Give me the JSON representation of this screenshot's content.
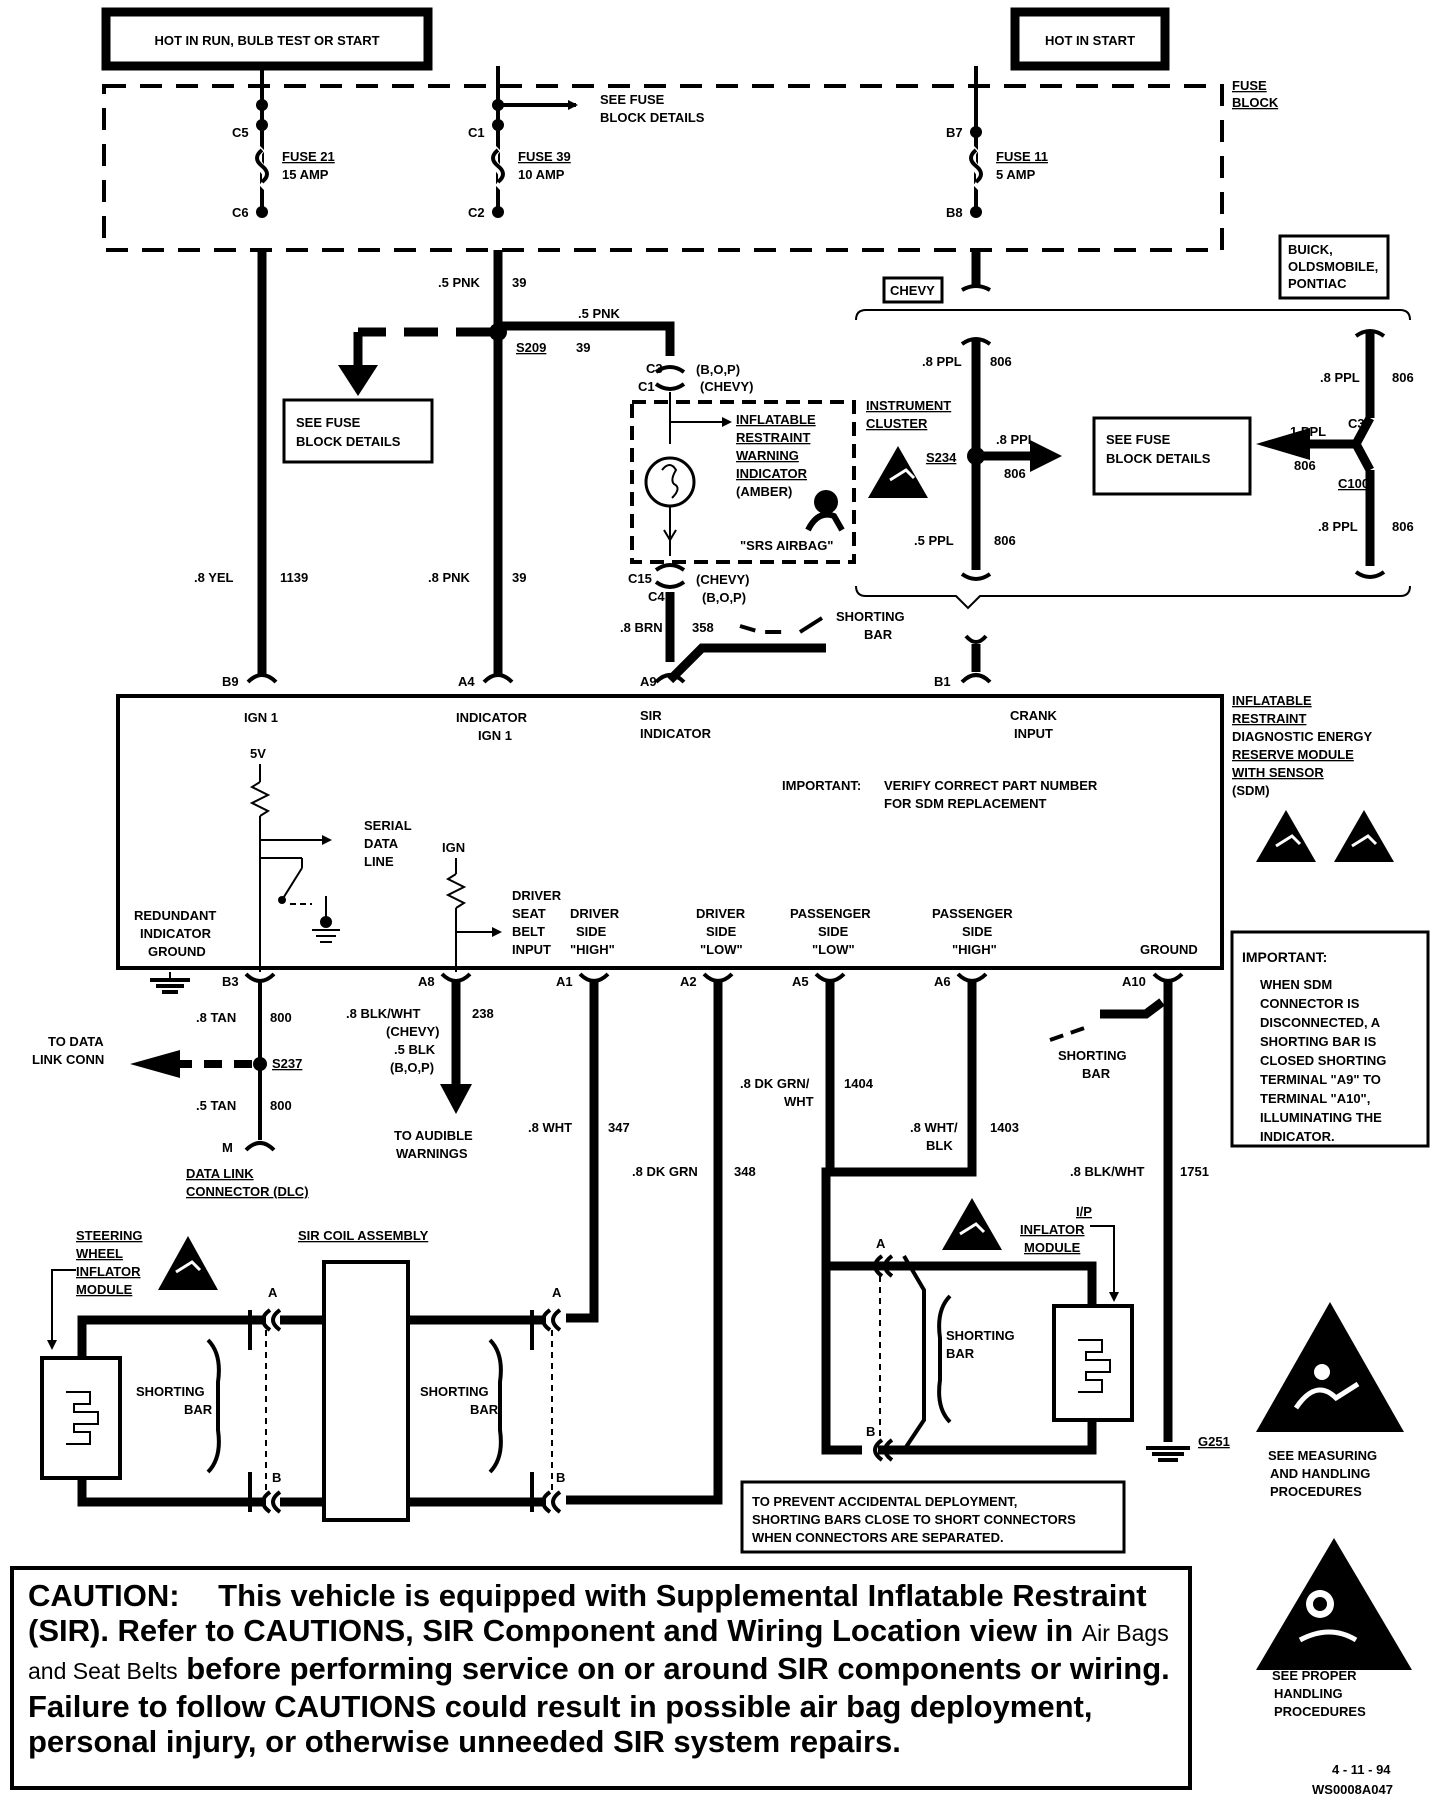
{
  "supplies": {
    "run": "HOT IN RUN, BULB TEST OR START",
    "start": "HOT IN START"
  },
  "fuse_block": {
    "title_line1": "FUSE",
    "title_line2": "BLOCK",
    "see_details_line1": "SEE FUSE",
    "see_details_line2": "BLOCK DETAILS",
    "fuse21": {
      "top": "C5",
      "bottom": "C6",
      "name": "FUSE 21",
      "rating": "15 AMP"
    },
    "fuse39": {
      "top": "C1",
      "bottom": "C2",
      "name": "FUSE 39",
      "rating": "10 AMP"
    },
    "fuse11": {
      "top": "B7",
      "bottom": "B8",
      "name": "FUSE 11",
      "rating": "5 AMP"
    }
  },
  "wires": {
    "w1139": {
      "gauge": ".8 YEL",
      "circuit": "1139"
    },
    "w39a": {
      "gauge": ".5 PNK",
      "circuit": "39"
    },
    "w39b": {
      "gauge": ".5 PNK",
      "circuit": "39"
    },
    "w39c": {
      "gauge": ".8 PNK",
      "circuit": "39"
    },
    "w358": {
      "gauge": ".8 BRN",
      "circuit": "358"
    },
    "w806a": {
      "gauge": ".8 PPL",
      "circuit": "806"
    },
    "w806b": {
      "gauge": ".8 PPL",
      "circuit": "806"
    },
    "w806c": {
      "gauge": ".5 PPL",
      "circuit": "806"
    },
    "w806d": {
      "gauge": ".8 PPL",
      "circuit": "806"
    },
    "w806e": {
      "gauge": "1 PPL",
      "circuit": "806"
    },
    "w806f": {
      "gauge": ".8 PPL",
      "circuit": "806"
    },
    "w800a": {
      "gauge": ".8 TAN",
      "circuit": "800"
    },
    "w800b": {
      "gauge": ".5 TAN",
      "circuit": "800"
    },
    "w238": {
      "gauge_l1": ".8 BLK/WHT",
      "gauge_l2": "(CHEVY)",
      "gauge_l3": ".5 BLK",
      "gauge_l4": "(B,O,P)",
      "circuit": "238"
    },
    "w347": {
      "gauge": ".8 WHT",
      "circuit": "347"
    },
    "w348": {
      "gauge": ".8 DK GRN",
      "circuit": "348"
    },
    "w1404": {
      "gauge_l1": ".8 DK GRN/",
      "gauge_l2": "WHT",
      "circuit": "1404"
    },
    "w1403": {
      "gauge_l1": ".8 WHT/",
      "gauge_l2": "BLK",
      "circuit": "1403"
    },
    "w1751": {
      "gauge": ".8 BLK/WHT",
      "circuit": "1751"
    }
  },
  "splices": {
    "s209": "S209",
    "s234": "S234",
    "s237": "S237"
  },
  "cluster": {
    "c3": "C3",
    "c1": "C1",
    "c15": "C15",
    "c4": "C4",
    "bop_top": "(B,O,P)",
    "chevy_top": "(CHEVY)",
    "chevy_bot": "(CHEVY)",
    "bop_bot": "(B,O,P)",
    "indicator": [
      "INFLATABLE",
      "RESTRAINT",
      "WARNING",
      "INDICATOR"
    ],
    "amber": "(AMBER)",
    "srs": "\"SRS AIRBAG\"",
    "title_l1": "INSTRUMENT",
    "title_l2": "CLUSTER"
  },
  "variants": {
    "chevy": "CHEVY",
    "bop_l1": "BUICK,",
    "bop_l2": "OLDSMOBILE,",
    "bop_l3": "PONTIAC",
    "c3": "C3",
    "c100": "C100"
  },
  "shorting_bar": {
    "l1": "SHORTING",
    "l2": "BAR"
  },
  "sdm": {
    "pins_top": {
      "b9": "B9",
      "a4": "A4",
      "a9": "A9",
      "b1": "B1"
    },
    "ign1": "IGN 1",
    "ind_l1": "INDICATOR",
    "ind_l2": "IGN 1",
    "sir_l1": "SIR",
    "sir_l2": "INDICATOR",
    "crank_l1": "CRANK",
    "crank_l2": "INPUT",
    "v5": "5V",
    "serial_l1": "SERIAL",
    "serial_l2": "DATA",
    "serial_l3": "LINE",
    "ign": "IGN",
    "important_label": "IMPORTANT:",
    "important_l1": "VERIFY CORRECT PART NUMBER",
    "important_l2": "FOR SDM REPLACEMENT",
    "redundant_l1": "REDUNDANT",
    "redundant_l2": "INDICATOR",
    "redundant_l3": "GROUND",
    "seat_l1": "DRIVER",
    "seat_l2": "SEAT",
    "seat_l3": "BELT",
    "seat_l4": "INPUT",
    "dhigh_l1": "DRIVER",
    "dhigh_l2": "SIDE",
    "dhigh_l3": "\"HIGH\"",
    "dlow_l1": "DRIVER",
    "dlow_l2": "SIDE",
    "dlow_l3": "\"LOW\"",
    "plow_l1": "PASSENGER",
    "plow_l2": "SIDE",
    "plow_l3": "\"LOW\"",
    "phigh_l1": "PASSENGER",
    "phigh_l2": "SIDE",
    "phigh_l3": "\"HIGH\"",
    "ground": "GROUND",
    "title": [
      "INFLATABLE",
      "RESTRAINT",
      "DIAGNOSTIC ENERGY",
      "RESERVE MODULE",
      "WITH SENSOR"
    ],
    "sdm_abbr": "(SDM)",
    "pins_bottom": {
      "b3": "B3",
      "a8": "A8",
      "a1": "A1",
      "a2": "A2",
      "a5": "A5",
      "a6": "A6",
      "a10": "A10"
    }
  },
  "important_note": {
    "heading": "IMPORTANT:",
    "lines": [
      "WHEN SDM",
      "CONNECTOR IS",
      "DISCONNECTED, A",
      "SHORTING BAR IS",
      "CLOSED SHORTING",
      "TERMINAL \"A9\" TO",
      "TERMINAL \"A10\",",
      "ILLUMINATING THE",
      "INDICATOR."
    ]
  },
  "dlc": {
    "to_l1": "TO DATA",
    "to_l2": "LINK CONN",
    "pin": "M",
    "name_l1": "DATA LINK",
    "name_l2": "CONNECTOR (DLC)"
  },
  "audible": {
    "l1": "TO AUDIBLE",
    "l2": "WARNINGS"
  },
  "steering": {
    "l1": "STEERING",
    "l2": "WHEEL",
    "l3": "INFLATOR",
    "l4": "MODULE"
  },
  "coil": {
    "title": "SIR COIL ASSEMBLY"
  },
  "connector_pins": {
    "a": "A",
    "b": "B"
  },
  "ip": {
    "l1": "I/P",
    "l2": "INFLATOR",
    "l3": "MODULE"
  },
  "ground": {
    "g251": "G251"
  },
  "prevent_note": [
    "TO PREVENT ACCIDENTAL DEPLOYMENT,",
    "SHORTING BARS CLOSE TO SHORT CONNECTORS",
    "WHEN CONNECTORS ARE SEPARATED."
  ],
  "warnings": {
    "measure": [
      "SEE MEASURING",
      "AND HANDLING",
      "PROCEDURES"
    ],
    "handling": [
      "SEE PROPER",
      "HANDLING",
      "PROCEDURES"
    ]
  },
  "caution": {
    "lead": "CAUTION:",
    "part1": "This vehicle is equipped with Supplemental Inflatable Restraint (SIR). Refer to CAUTIONS, SIR Component and Wiring Location view in",
    "part2": "Air Bags and Seat Belts",
    "part3": "before performing service on or around SIR components or wiring. Failure to follow CAUTIONS could result in possible air bag deployment, personal injury, or otherwise unneeded SIR system repairs."
  },
  "footer": {
    "date": "4 - 11 - 94",
    "code": "WS0008A047"
  }
}
